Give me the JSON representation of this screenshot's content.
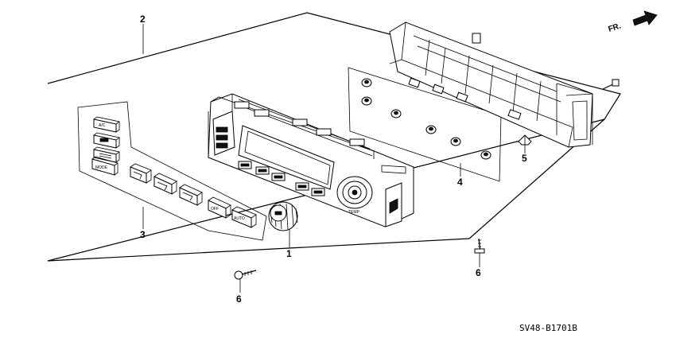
{
  "callouts": {
    "c1": "1",
    "c2": "2",
    "c3": "3",
    "c4": "4",
    "c5": "5",
    "c6a": "6",
    "c6b": "6"
  },
  "button_labels": {
    "ac": "A/C",
    "mode": "MODE",
    "off": "OFF",
    "auto": "AUTO"
  },
  "panel_labels": {
    "temp": "TEMP"
  },
  "direction": {
    "front": "FR."
  },
  "diagram_code": "SV48-B1701B"
}
